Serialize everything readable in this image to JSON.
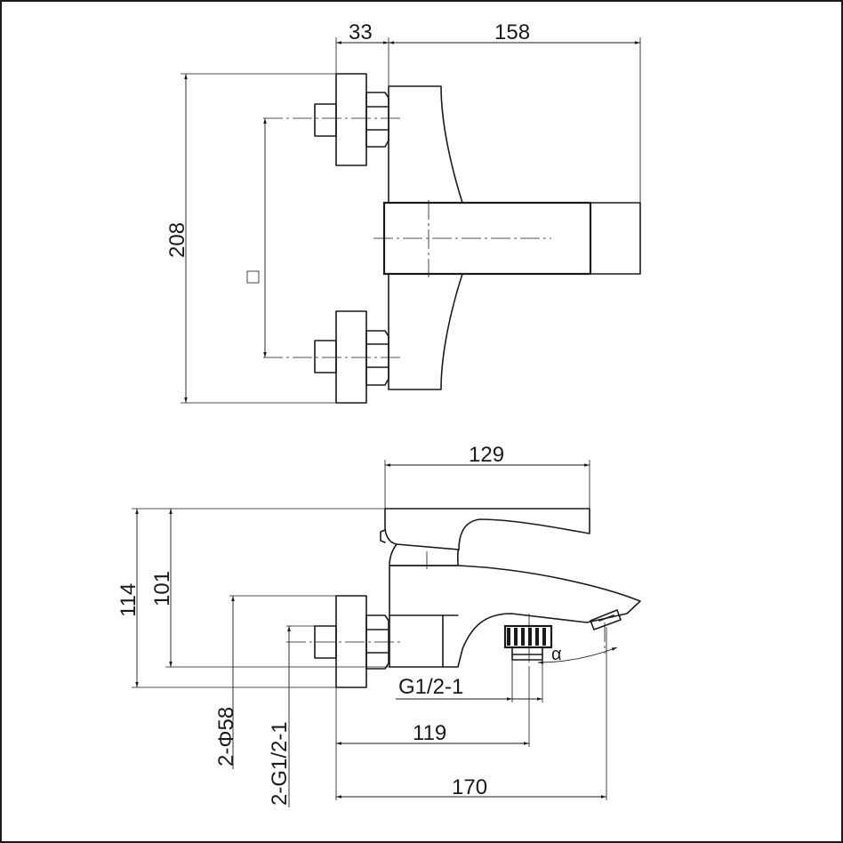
{
  "drawing": {
    "top_view": {
      "dim_width_handle": "33",
      "dim_body_length": "158",
      "dim_height": "208"
    },
    "side_view": {
      "dim_handle_length": "129",
      "dim_height_total": "114",
      "dim_height_inner": "101",
      "dim_flange": "2-Φ58",
      "dim_thread_left": "2-G1\\/2-1",
      "dim_thread_outlet": "G1\\/2-1",
      "dim_outlet_length": "119",
      "dim_total_length": "170",
      "angle_label": "α"
    }
  }
}
